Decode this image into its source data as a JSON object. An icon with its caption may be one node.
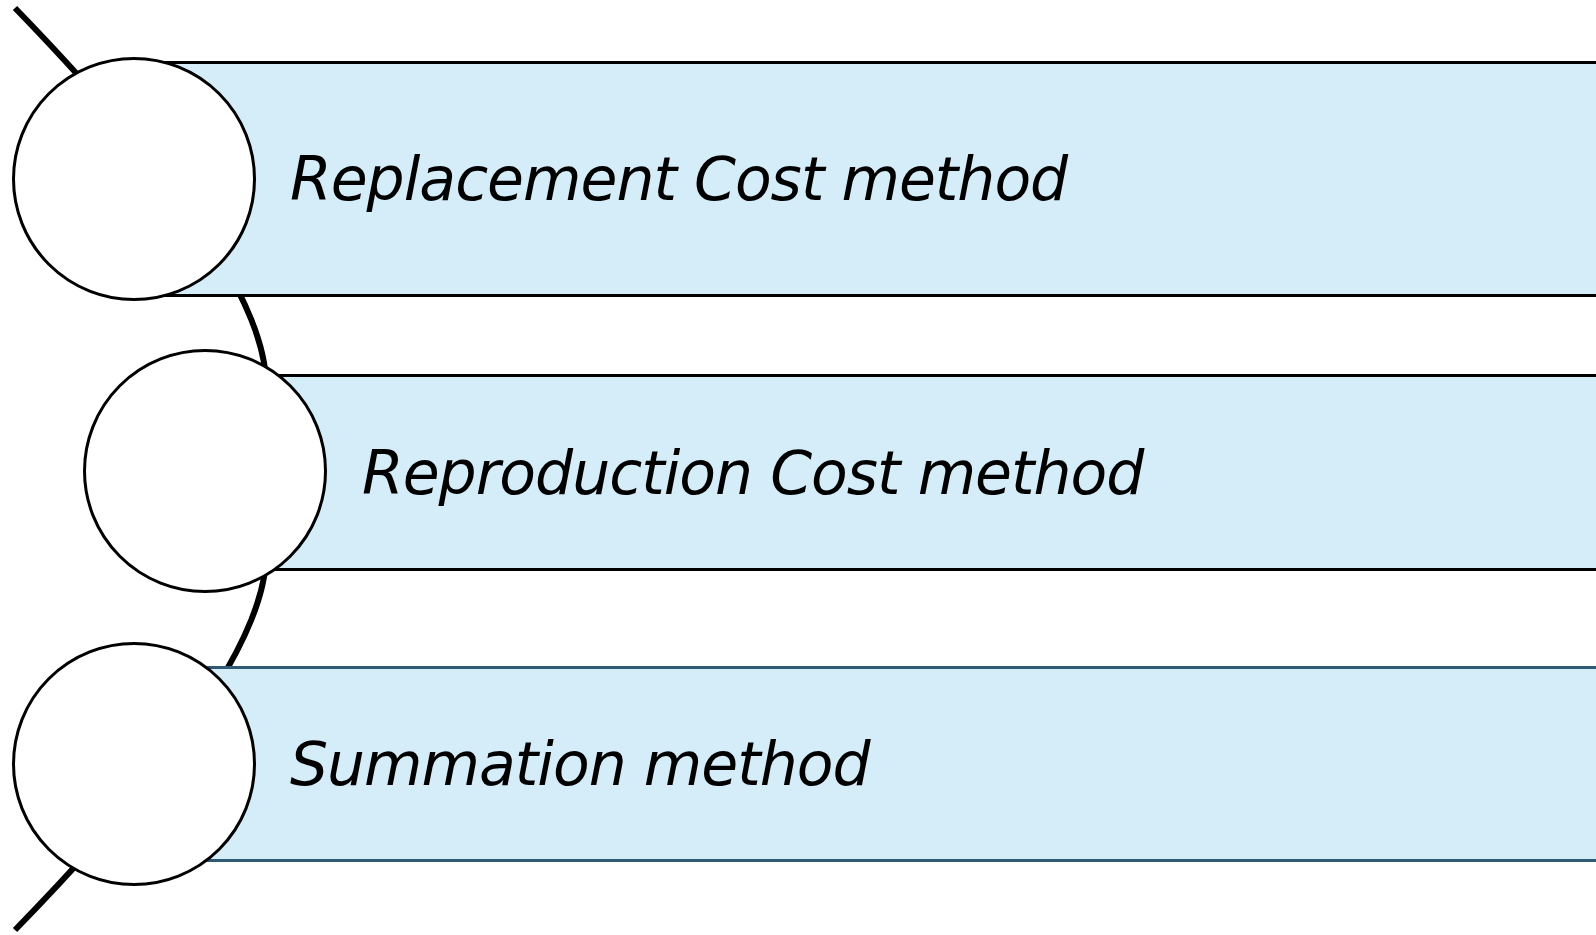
{
  "diagram": {
    "nodes": [
      {
        "text": [
          "Replacement Cost method"
        ]
      },
      {
        "text": [
          "Reproduction Cost method"
        ]
      },
      {
        "text": [
          "Summation method"
        ]
      },
      {
        "text": [],
        "shape": "circle"
      },
      {
        "text": [],
        "shape": "circle"
      },
      {
        "text": [],
        "shape": "circle"
      }
    ]
  }
}
